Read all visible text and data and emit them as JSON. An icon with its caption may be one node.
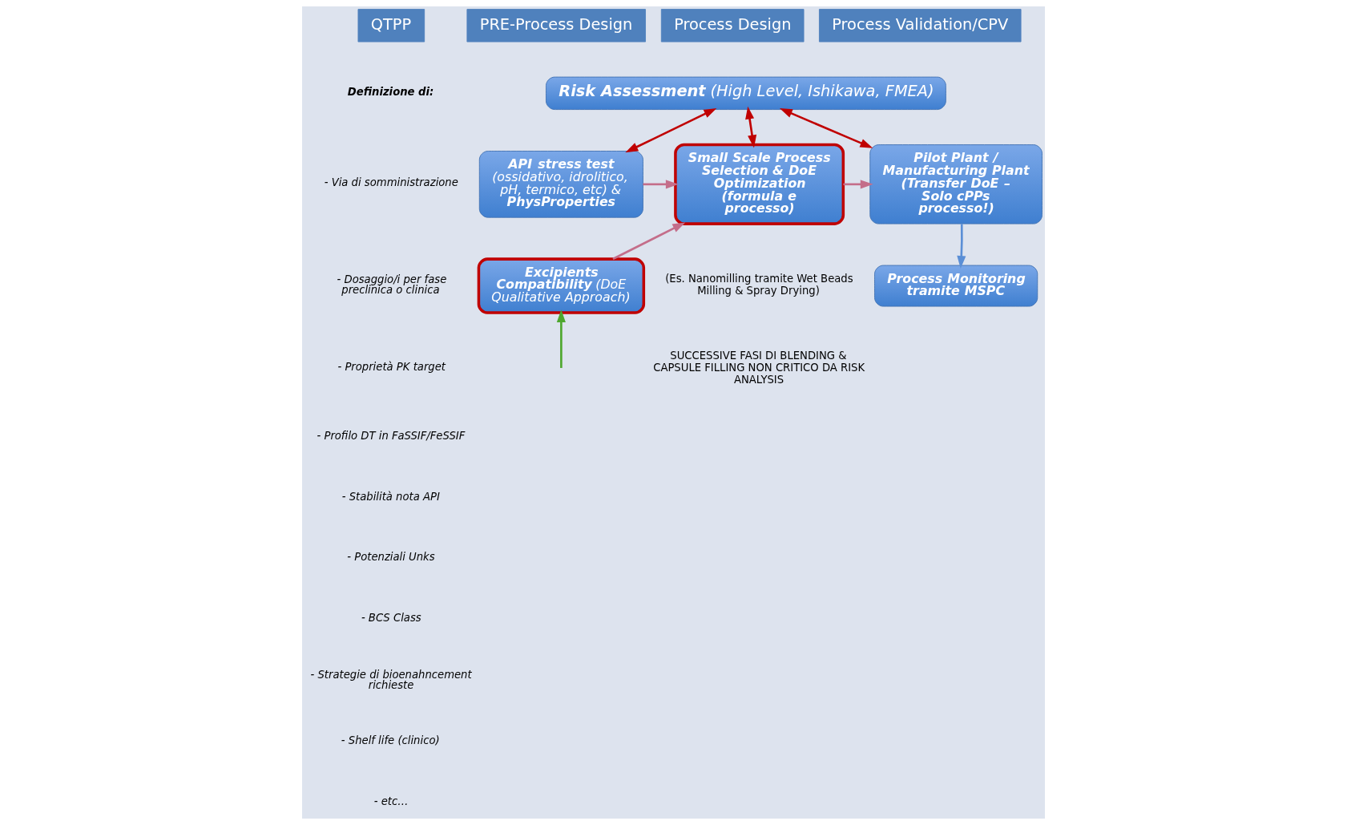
{
  "diagram": {
    "nodes": [
      {
        "text": [
          "QTPP"
        ]
      },
      {
        "text": [
          "PRE-Process  Design"
        ]
      },
      {
        "text": [
          "Process Design"
        ]
      },
      {
        "text": [
          "Process Validation/CPV"
        ]
      },
      {
        "text": [
          "**Risk Assessment** (High Level, Ishikawa, FMEA)"
        ]
      },
      {
        "text": [
          "**API stress test** (ossidativo, idrolitico, pH, termico, etc) & **PhysProperties**"
        ]
      },
      {
        "text": [
          "**Excipients Compatibility** (DoE Qualitative Approach)"
        ]
      },
      {
        "text": [
          "**Small Scale Process Selection & DoE Optimization (formula e processo)**"
        ]
      },
      {
        "text": [
          "**Pilot Plant / Manufacturing Plant (Transfer DoE – Solo cPPs processo!)**"
        ]
      },
      {
        "text": [
          "**Process Monitoring tramite MSPC**"
        ]
      }
    ],
    "edges": [
      {
        "from": 4,
        "to": 5,
        "arrow": "both",
        "color": "#c00000"
      },
      {
        "from": 4,
        "to": 7,
        "arrow": "both",
        "color": "#c00000"
      },
      {
        "from": 4,
        "to": 8,
        "arrow": "both",
        "color": "#c00000"
      },
      {
        "from": 5,
        "to": 7,
        "arrow": "to",
        "color": "#c46e8a"
      },
      {
        "from": 6,
        "to": 7,
        "arrow": "to",
        "color": "#c46e8a"
      },
      {
        "from": 7,
        "to": 8,
        "arrow": "to",
        "color": "#c46e8a"
      },
      {
        "from": 8,
        "to": 9,
        "arrow": "to",
        "color": "#5b8fd6"
      },
      {
        "from": null,
        "to": 6,
        "arrow": "to",
        "color": "#4ea72e"
      }
    ],
    "labels": [
      "Definizione di:",
      "- Via di somministrazione",
      "- Dosaggio/i per fase preclinica o clinica",
      "- Proprietà PK target",
      "- Profilo DT in FaSSIF/FeSSIF",
      "- Stabilità nota API",
      "- Potenziali Unks",
      "- BCS Class",
      "- Strategie di bioenahncement richieste",
      "- Shelf life (clinico)",
      "- etc…",
      "(Es. Nanomilling tramite Wet Beads Milling & Spray Drying)",
      "SUCCESSIVE FASI DI BLENDING & CAPSULE FILLING NON CRITICO DA RISK ANALYSIS"
    ]
  }
}
